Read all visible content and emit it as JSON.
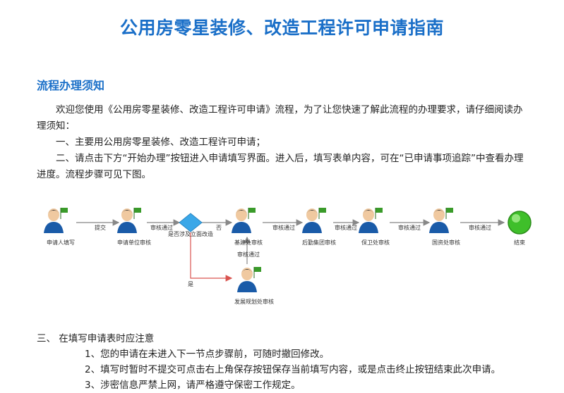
{
  "page": {
    "title": "公用房零星装修、改造工程许可申请指南",
    "section_title": "流程办理须知",
    "intro": [
      "欢迎您使用《公用房零星装修、改造工程许可申请》流程，为了让您快速了解此流程的办理要求，请仔细阅读办理须知：",
      "一、主要用公用房零星装修、改造工程许可申请；",
      "二、请点击下方“开始办理”按钮进入申请填写界面。进入后，填写表单内容，可在“已申请事项追踪”中查看办理进度。流程步骤可见下图。"
    ]
  },
  "flow": {
    "nodes": [
      {
        "id": "n1",
        "label": "申请人填写",
        "type": "person"
      },
      {
        "id": "n2",
        "label": "申请单位审核",
        "type": "person"
      },
      {
        "id": "n3",
        "label": "是否涉及立面改造",
        "type": "decision"
      },
      {
        "id": "n4",
        "label": "基建处审核",
        "type": "person"
      },
      {
        "id": "n5",
        "label": "后勤集团审核",
        "type": "person"
      },
      {
        "id": "n6",
        "label": "保卫处审核",
        "type": "person"
      },
      {
        "id": "n7",
        "label": "国资处审核",
        "type": "person"
      },
      {
        "id": "n8",
        "label": "结束",
        "type": "end"
      },
      {
        "id": "n9",
        "label": "发展规划处审核",
        "type": "person"
      }
    ],
    "edges": [
      {
        "from": "n1",
        "to": "n2",
        "label": "提交"
      },
      {
        "from": "n2",
        "to": "n3",
        "label": "审核通过"
      },
      {
        "from": "n3",
        "to": "n4",
        "label": "否"
      },
      {
        "from": "n4",
        "to": "n5",
        "label": "审核通过"
      },
      {
        "from": "n5",
        "to": "n6",
        "label": "审核通过"
      },
      {
        "from": "n6",
        "to": "n7",
        "label": "审核通过"
      },
      {
        "from": "n7",
        "to": "n8",
        "label": "审核通过"
      },
      {
        "from": "n3",
        "to": "n9",
        "label": "是"
      },
      {
        "from": "n9",
        "to": "n4",
        "label": "审核通过"
      }
    ],
    "colors": {
      "line": "#888888",
      "branch": "#d9534f",
      "decision": "#3aa7e8",
      "end": "#3fbf2a",
      "person_body": "#1a5ba8",
      "flag": "#3a9b2a"
    }
  },
  "notes": {
    "heading": "三、 在填写申请表时应注意",
    "items": [
      "1、您的申请在未进入下一节点步骤前，可随时撤回修改。",
      "2、填写时暂时不提交可点击右上角保存按钮保存当前填写内容，或是点击终止按钮结束此次申请。",
      "3、涉密信息严禁上网，请严格遵守保密工作规定。"
    ]
  }
}
